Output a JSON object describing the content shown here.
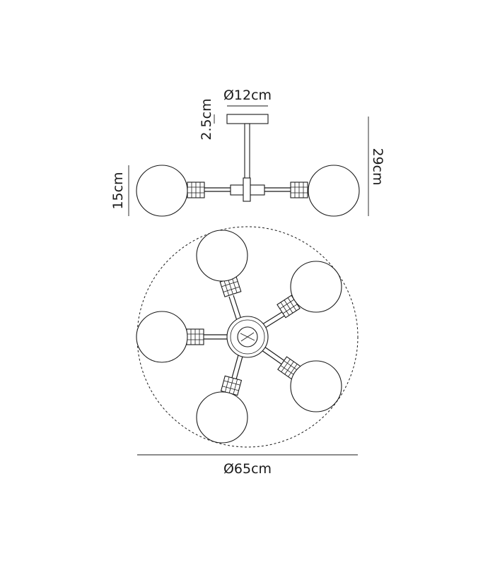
{
  "dimensions": {
    "canopy_diameter": "Ø12cm",
    "canopy_height": "2.5cm",
    "overall_height": "29cm",
    "globe_diameter": "15cm",
    "overall_diameter": "Ø65cm"
  },
  "colors": {
    "line": "#1a1a1a",
    "background": "#ffffff"
  }
}
